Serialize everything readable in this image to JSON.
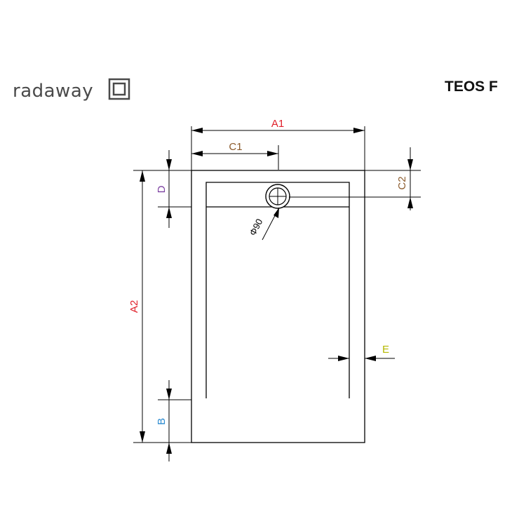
{
  "header": {
    "brand_name": "radaway",
    "product_name": "TEOS F"
  },
  "dimensions": {
    "a1": "A1",
    "c1": "C1",
    "c2": "C2",
    "d": "D",
    "a2": "A2",
    "b": "B",
    "e": "E",
    "drain_diameter": "Φ90"
  },
  "colors": {
    "a1": "#e0202a",
    "a2": "#e0202a",
    "c1": "#8b5a2b",
    "c2": "#8b5a2b",
    "d": "#7b3fa0",
    "b": "#2a8ad0",
    "e": "#b5b800",
    "drain_diameter": "#000000"
  },
  "icons": {
    "logo": "square-in-square-logo-icon",
    "drain": "drain-icon"
  }
}
